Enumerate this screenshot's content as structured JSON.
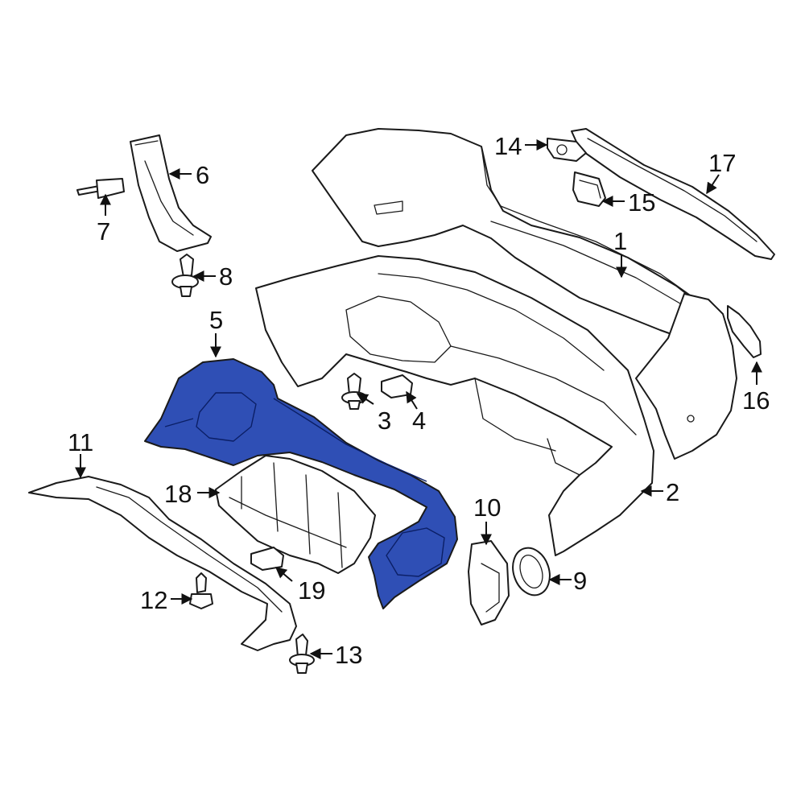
{
  "diagram": {
    "highlight_color": "#2f4fb5",
    "callouts": [
      {
        "id": "c1",
        "label": "1"
      },
      {
        "id": "c2",
        "label": "2"
      },
      {
        "id": "c3",
        "label": "3"
      },
      {
        "id": "c4",
        "label": "4"
      },
      {
        "id": "c5",
        "label": "5"
      },
      {
        "id": "c6",
        "label": "6"
      },
      {
        "id": "c7",
        "label": "7"
      },
      {
        "id": "c8",
        "label": "8"
      },
      {
        "id": "c9",
        "label": "9"
      },
      {
        "id": "c10",
        "label": "10"
      },
      {
        "id": "c11",
        "label": "11"
      },
      {
        "id": "c12",
        "label": "12"
      },
      {
        "id": "c13",
        "label": "13"
      },
      {
        "id": "c14",
        "label": "14"
      },
      {
        "id": "c15",
        "label": "15"
      },
      {
        "id": "c16",
        "label": "16"
      },
      {
        "id": "c17",
        "label": "17"
      },
      {
        "id": "c18",
        "label": "18"
      },
      {
        "id": "c19",
        "label": "19"
      }
    ]
  }
}
